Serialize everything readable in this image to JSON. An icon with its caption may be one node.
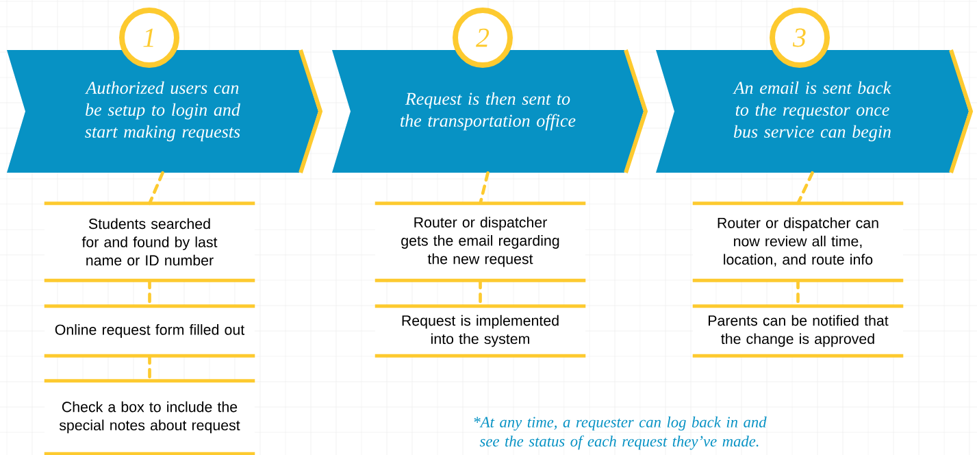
{
  "diagram": {
    "nodes": [
      {
        "text": [
          "1"
        ]
      },
      {
        "text": [
          "Authorized users can be setup to login and start making requests"
        ]
      },
      {
        "text": [
          "Students searched for and found by last name or ID number"
        ]
      },
      {
        "text": [
          "Online request form filled out"
        ]
      },
      {
        "text": [
          "Check a box to include the special notes about request"
        ]
      },
      {
        "text": [
          "2"
        ]
      },
      {
        "text": [
          "Request is then sent to the transportation office"
        ]
      },
      {
        "text": [
          "Router or dispatcher gets the email regarding the new request"
        ]
      },
      {
        "text": [
          "Request is implemented into the system"
        ]
      },
      {
        "text": [
          "3"
        ]
      },
      {
        "text": [
          "An email is sent back to the requestor once bus service can begin"
        ]
      },
      {
        "text": [
          "Router or dispatcher can now review all time, location, and route info"
        ]
      },
      {
        "text": [
          "Parents can be notified that the change is approved"
        ]
      }
    ],
    "edges": [
      {
        "from": 1,
        "to": 2,
        "arrow": "none",
        "style": "dashed"
      },
      {
        "from": 2,
        "to": 3,
        "arrow": "none",
        "style": "dashed"
      },
      {
        "from": 3,
        "to": 4,
        "arrow": "none",
        "style": "dashed"
      },
      {
        "from": 6,
        "to": 7,
        "arrow": "none",
        "style": "dashed"
      },
      {
        "from": 7,
        "to": 8,
        "arrow": "none",
        "style": "dashed"
      },
      {
        "from": 10,
        "to": 11,
        "arrow": "none",
        "style": "dashed"
      },
      {
        "from": 11,
        "to": 12,
        "arrow": "none",
        "style": "dashed"
      }
    ],
    "labels": [
      "*At any time, a requester can log back in and see the status of each request they’ve made."
    ]
  }
}
